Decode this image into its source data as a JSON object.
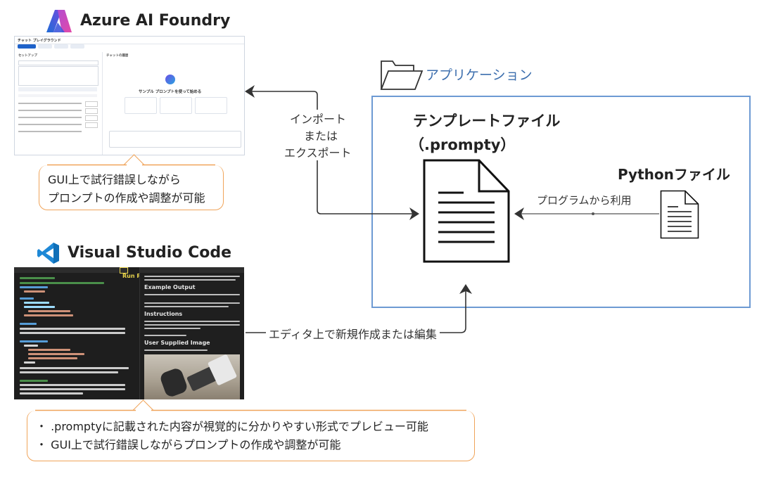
{
  "azure": {
    "title": "Azure AI Foundry",
    "screenshot": {
      "window_title": "チャット プレイグラウンド",
      "setup_label": "セットアップ",
      "history_label": "チャットの履歴",
      "empty_state_heading": "サンプル プロンプトを使って始める"
    },
    "callout_lines": [
      "GUI上で試行錯誤しながら",
      "プロンプトの作成や調整が可能"
    ]
  },
  "vscode": {
    "title": "Visual Studio Code",
    "screenshot": {
      "run_preview_label": "Run Preview",
      "example_output_heading": "Example Output",
      "instructions_heading": "Instructions",
      "user_image_heading": "User Supplied Image"
    },
    "callout_lines": [
      "・ .promptyに記載された内容が視覚的に分かりやすい形式でプレビュー可能",
      "・ GUI上で試行錯誤しながらプロンプトの作成や調整が可能"
    ]
  },
  "application": {
    "label": "アプリケーション",
    "template_title_line1": "テンプレートファイル",
    "template_title_line2": "（.prompty）",
    "python_title": "Pythonファイル"
  },
  "flows": {
    "import_export": [
      "インポート",
      "または",
      "エクスポート"
    ],
    "program_use": "プログラムから利用",
    "editor_edit": "エディタ上で新規作成または編集"
  },
  "colors": {
    "app_box": "#6d9ad3",
    "callout_border": "#f0a45a",
    "arrow": "#333333"
  }
}
